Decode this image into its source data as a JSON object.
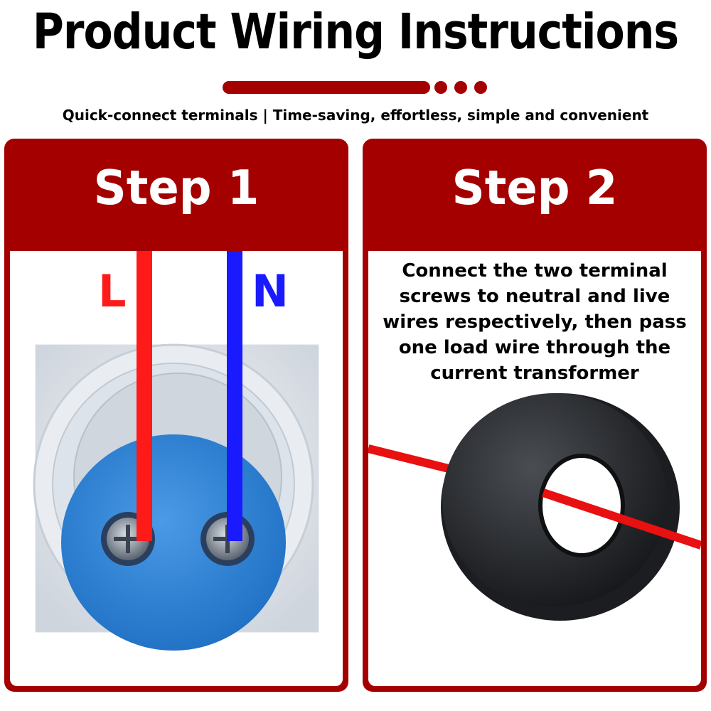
{
  "header": {
    "title": "Product Wiring Instructions",
    "subtitle": "Quick-connect terminals | Time-saving, effortless, simple and convenient"
  },
  "step1": {
    "title": "Step 1",
    "live_label": "L",
    "neutral_label": "N"
  },
  "step2": {
    "title": "Step 2",
    "description": "Connect the two terminal screws to neutral and live wires respectively, then pass one load wire through the current transformer"
  },
  "colors": {
    "brand_red": "#a50000",
    "live_wire": "#ff1a1a",
    "neutral_wire": "#1a1aff",
    "terminal_blue": "#2f86d8"
  }
}
